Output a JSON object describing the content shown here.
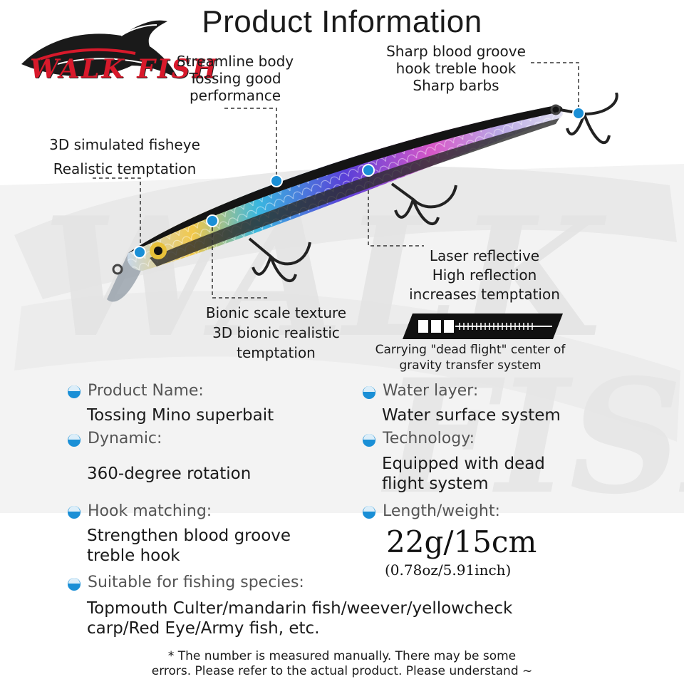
{
  "brand": {
    "name": "WALK FISH",
    "colors": {
      "accent": "#d8192b",
      "dark": "#1a1a1a",
      "bullet": "#1a8fd6"
    }
  },
  "title": "Product Information",
  "callouts": {
    "streamline": [
      "Streamline body",
      "Tossing good",
      "performance"
    ],
    "hook": [
      "Sharp blood groove",
      "hook treble hook",
      "Sharp barbs"
    ],
    "fisheye": [
      "3D simulated fisheye",
      "Realistic temptation"
    ],
    "laser": [
      "Laser reflective",
      "High reflection",
      "increases temptation"
    ],
    "scale": [
      "Bionic scale texture",
      "3D bionic realistic",
      "temptation"
    ],
    "system": [
      "Carrying \"dead flight\" center of",
      "gravity transfer system"
    ]
  },
  "specs": {
    "product_name": {
      "label": "Product Name:",
      "value": [
        "Tossing Mino superbait"
      ]
    },
    "dynamic": {
      "label": "Dynamic:",
      "value": [
        "360-degree rotation"
      ]
    },
    "hook_matching": {
      "label": "Hook matching:",
      "value": [
        "Strengthen blood groove",
        "treble hook"
      ]
    },
    "species": {
      "label": "Suitable for fishing species:",
      "value": [
        "Topmouth Culter/mandarin fish/weever/yellowcheck",
        "carp/Red Eye/Army fish, etc."
      ]
    },
    "water_layer": {
      "label": "Water layer:",
      "value": [
        "Water surface system"
      ]
    },
    "technology": {
      "label": "Technology:",
      "value": [
        "Equipped with dead",
        "flight system"
      ]
    },
    "length_weight": {
      "label": "Length/weight:",
      "value": "22g/15cm",
      "sub": "(0.78oz/5.91inch)"
    }
  },
  "footnote": [
    "* The number is measured manually. There may be some",
    "errors. Please refer to the actual product. Please understand ~"
  ],
  "icons": [
    "brand-logo-icon",
    "fishing-lure-icon",
    "treble-hook-icon",
    "dead-flight-system-icon",
    "bullet-icon"
  ]
}
